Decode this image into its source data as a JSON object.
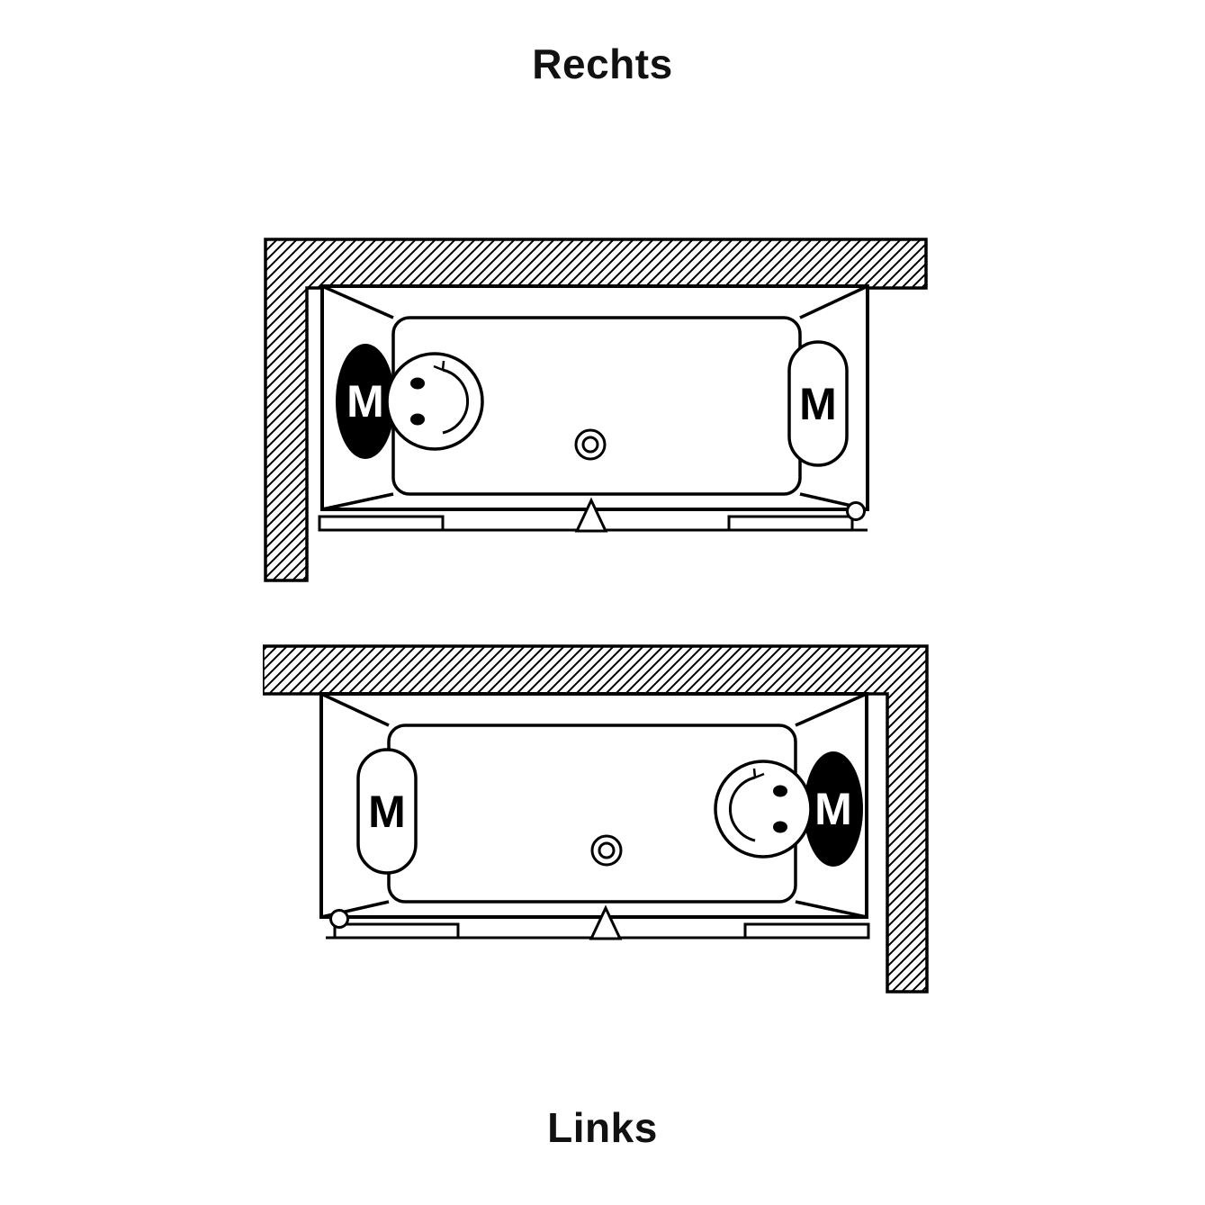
{
  "titles": {
    "top": "Rechts",
    "bottom": "Links"
  },
  "markers": {
    "top_left_m": "M",
    "top_right_m": "M",
    "bottom_left_m": "M",
    "bottom_right_m": "M"
  },
  "colors": {
    "line": "#000000",
    "background": "#ffffff"
  }
}
